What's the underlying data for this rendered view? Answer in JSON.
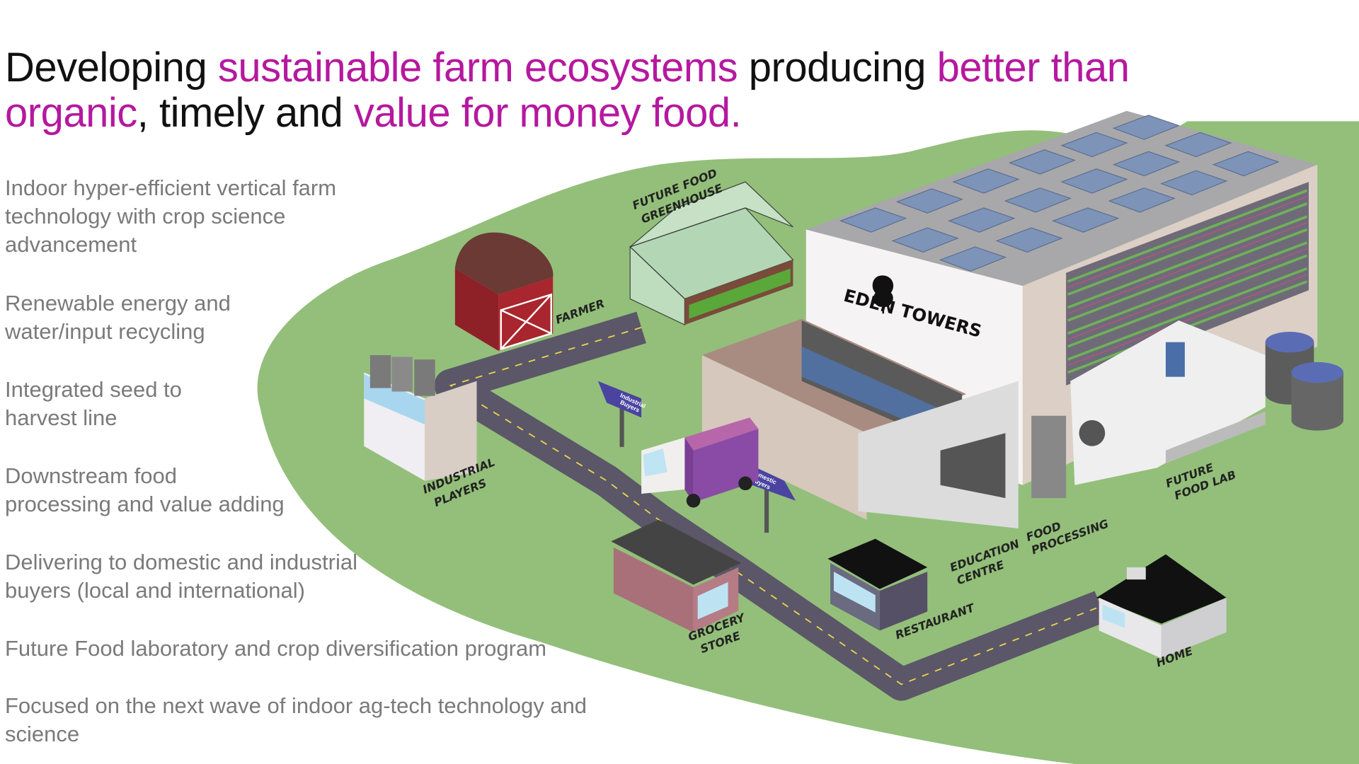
{
  "headline": {
    "parts": [
      {
        "text": "Developing ",
        "highlight": false
      },
      {
        "text": "sustainable farm ecosystems",
        "highlight": true
      },
      {
        "text": " producing ",
        "highlight": false
      },
      {
        "text": "better than organic",
        "highlight": true
      },
      {
        "text": ", timely and ",
        "highlight": false
      },
      {
        "text": "value for money food.",
        "highlight": true
      }
    ],
    "p0": "Developing ",
    "p1": "sustainable farm ecosystems",
    "p2": " producing ",
    "p3a": "better than",
    "p3b": "organic",
    "p4": ", timely and ",
    "p5": "value for money food."
  },
  "bullets": [
    {
      "line1": "Indoor hyper-efficient  vertical farm",
      "line2": "technology with crop science",
      "line3": "advancement"
    },
    {
      "line1": "Renewable energy and",
      "line2": "water/input recycling"
    },
    {
      "line1": "Integrated seed to",
      "line2": "harvest line"
    },
    {
      "line1": "Downstream food",
      "line2": "processing and value adding"
    },
    {
      "line1": "Delivering to domestic and industrial",
      "line2": "buyers (local and international)"
    },
    {
      "line1": "Future Food laboratory and crop diversification program"
    },
    {
      "line1": "Focused on the next wave of indoor ag-tech technology and",
      "line2": "science"
    }
  ],
  "illustration": {
    "building_name": "EDEN TOWERS",
    "labels": {
      "greenhouse_1": "FUTURE FOOD",
      "greenhouse_2": "GREENHOUSE",
      "farmer": "FARMER",
      "industrial_1": "INDUSTRIAL",
      "industrial_2": "PLAYERS",
      "education_1": "EDUCATION",
      "education_2": "CENTRE",
      "processing_1": "FOOD",
      "processing_2": "PROCESSING",
      "lab_1": "FUTURE",
      "lab_2": "FOOD LAB",
      "grocery_1": "GROCERY",
      "grocery_2": "STORE",
      "restaurant": "RESTAURANT",
      "home": "HOME"
    },
    "signs": {
      "industrial_1": "Industrial",
      "industrial_2": "Buyers",
      "domestic_1": "Domestic",
      "domestic_2": "Buyers"
    },
    "colors": {
      "accent": "#b5189f",
      "grass": "#93bf7a",
      "road": "#5b5668",
      "truck": "#8a4ba6"
    }
  }
}
